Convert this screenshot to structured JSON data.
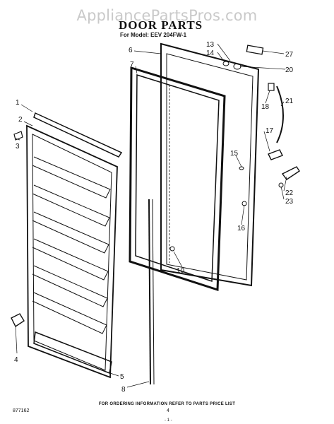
{
  "watermark": "AppliancePartsPros.com",
  "header": {
    "title": "DOOR PARTS",
    "model": "For Model: EEV 204FW-1"
  },
  "callouts": {
    "c1": "1",
    "c2": "2",
    "c3": "3",
    "c4": "4",
    "c5": "5",
    "c6": "6",
    "c7": "7",
    "c8": "8",
    "c10": "10",
    "c13": "13",
    "c14": "14",
    "c15": "15",
    "c16": "16",
    "c17": "17",
    "c18": "18",
    "c20": "20",
    "c21": "21",
    "c22": "22",
    "c23": "23",
    "c27": "27"
  },
  "footer": {
    "ordering_note": "FOR ORDERING INFORMATION REFER TO PARTS PRICE LIST",
    "doc_number": "877162",
    "page_number": "4",
    "bottom_mark": "- 1 -"
  }
}
